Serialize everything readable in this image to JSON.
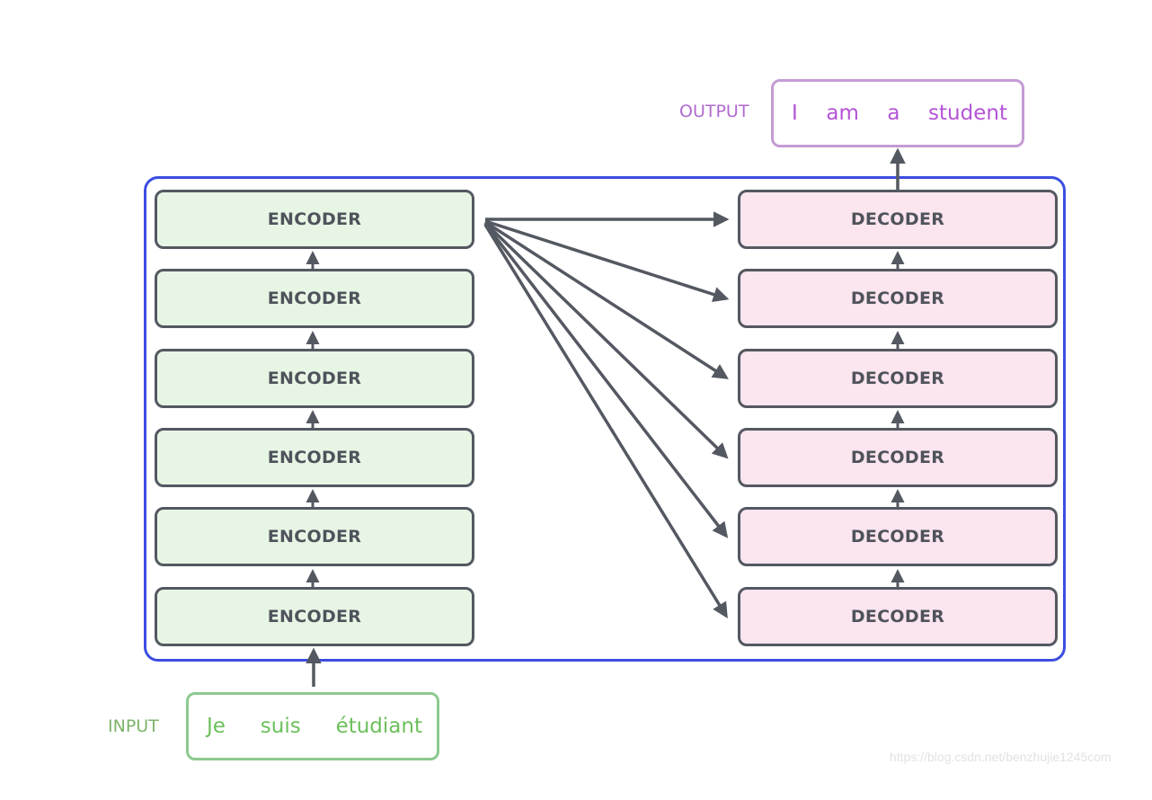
{
  "diagram": {
    "input_label": "INPUT",
    "output_label": "OUTPUT",
    "input_tokens": [
      "Je",
      "suis",
      "étudiant"
    ],
    "output_tokens": [
      "I",
      "am",
      "a",
      "student"
    ],
    "encoders": [
      "ENCODER",
      "ENCODER",
      "ENCODER",
      "ENCODER",
      "ENCODER",
      "ENCODER"
    ],
    "decoders": [
      "DECODER",
      "DECODER",
      "DECODER",
      "DECODER",
      "DECODER",
      "DECODER"
    ],
    "watermark": "https://blog.csdn.net/benzhujie1245com"
  },
  "colors": {
    "frame": "#3b4ee0",
    "encoder_fill": "#e7f5e5",
    "decoder_fill": "#fbe5ee",
    "block_border": "#545861",
    "input_text": "#6cc05b",
    "output_text": "#b453d6",
    "arrow": "#545861"
  }
}
